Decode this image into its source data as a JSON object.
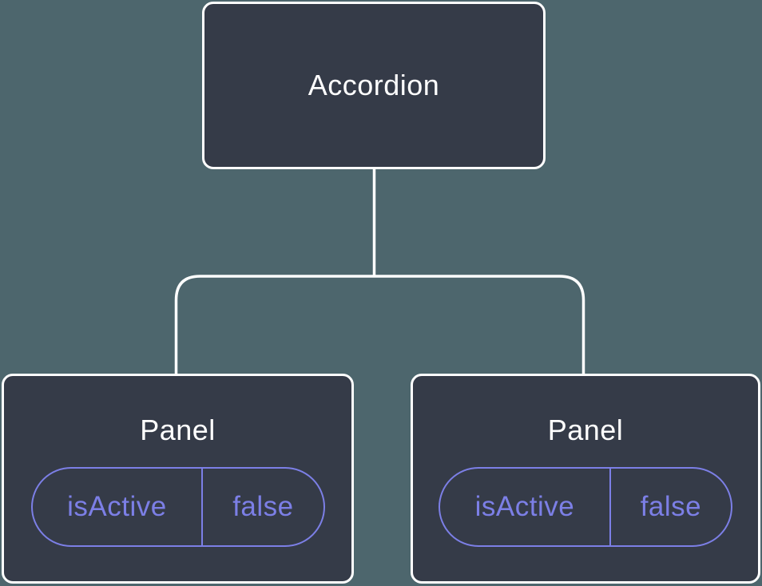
{
  "diagram": {
    "type": "component-tree",
    "colors": {
      "background": "#4D666D",
      "node_fill": "#353B48",
      "node_border": "#FFFFFF",
      "accent_purple": "#7C7FE6",
      "label_text": "#FFFFFF"
    },
    "root": {
      "label": "Accordion"
    },
    "children": [
      {
        "label": "Panel",
        "state": {
          "key": "isActive",
          "value": "false"
        }
      },
      {
        "label": "Panel",
        "state": {
          "key": "isActive",
          "value": "false"
        }
      }
    ]
  }
}
